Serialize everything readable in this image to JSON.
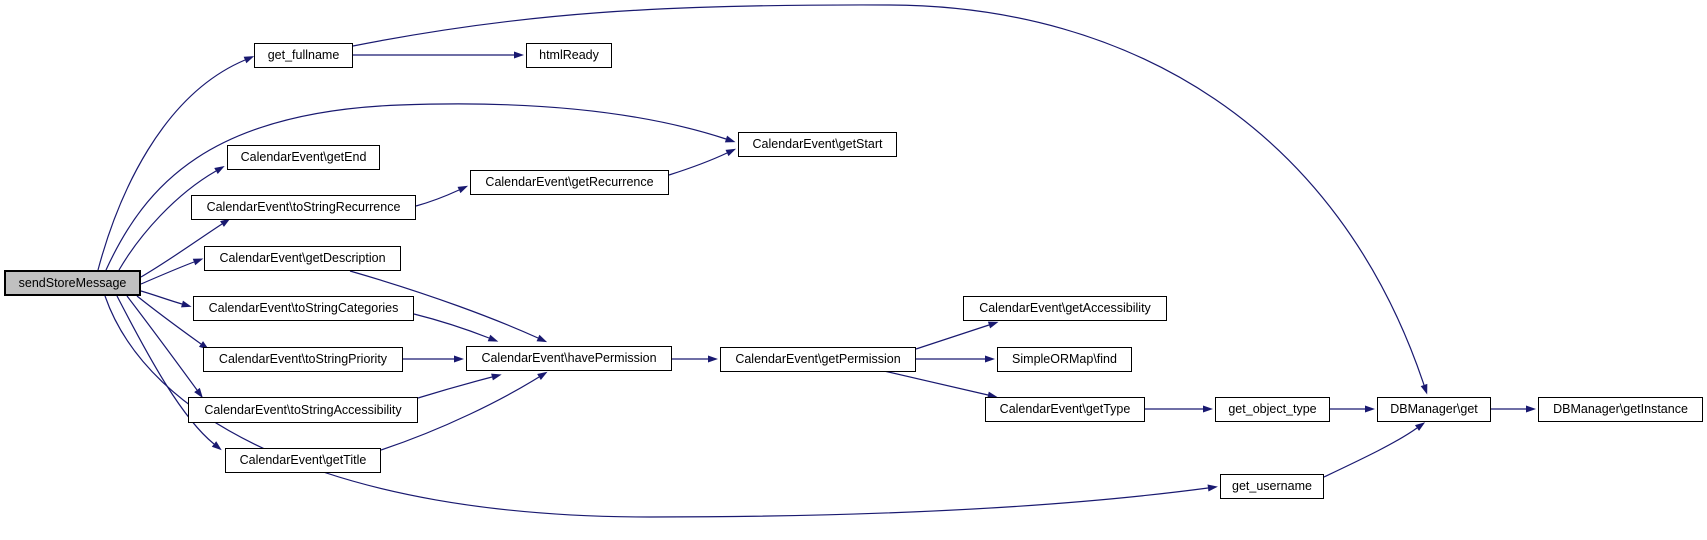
{
  "graph": {
    "kind": "doxygen-call-graph",
    "colors": {
      "edge": "#191970",
      "node_border": "#000000",
      "node_fill": "#ffffff",
      "root_node_fill": "#c0c0c0",
      "background": "#ffffff",
      "text": "#000000"
    },
    "root": "sendStoreMessage",
    "nodes": [
      {
        "id": "sendStoreMessage",
        "label": "sendStoreMessage"
      },
      {
        "id": "get_fullname",
        "label": "get_fullname"
      },
      {
        "id": "htmlReady",
        "label": "htmlReady"
      },
      {
        "id": "CalendarEvent\\getStart",
        "label": "CalendarEvent\\getStart"
      },
      {
        "id": "CalendarEvent\\getEnd",
        "label": "CalendarEvent\\getEnd"
      },
      {
        "id": "CalendarEvent\\getRecurrence",
        "label": "CalendarEvent\\getRecurrence"
      },
      {
        "id": "CalendarEvent\\toStringRecurrence",
        "label": "CalendarEvent\\toStringRecurrence"
      },
      {
        "id": "CalendarEvent\\getDescription",
        "label": "CalendarEvent\\getDescription"
      },
      {
        "id": "CalendarEvent\\toStringCategories",
        "label": "CalendarEvent\\toStringCategories"
      },
      {
        "id": "CalendarEvent\\toStringPriority",
        "label": "CalendarEvent\\toStringPriority"
      },
      {
        "id": "CalendarEvent\\havePermission",
        "label": "CalendarEvent\\havePermission"
      },
      {
        "id": "CalendarEvent\\getPermission",
        "label": "CalendarEvent\\getPermission"
      },
      {
        "id": "CalendarEvent\\getAccessibility",
        "label": "CalendarEvent\\getAccessibility"
      },
      {
        "id": "SimpleORMap\\find",
        "label": "SimpleORMap\\find"
      },
      {
        "id": "CalendarEvent\\getType",
        "label": "CalendarEvent\\getType"
      },
      {
        "id": "get_object_type",
        "label": "get_object_type"
      },
      {
        "id": "DBManager\\get",
        "label": "DBManager\\get"
      },
      {
        "id": "DBManager\\getInstance",
        "label": "DBManager\\getInstance"
      },
      {
        "id": "CalendarEvent\\toStringAccessibility",
        "label": "CalendarEvent\\toStringAccessibility"
      },
      {
        "id": "CalendarEvent\\getTitle",
        "label": "CalendarEvent\\getTitle"
      },
      {
        "id": "get_username",
        "label": "get_username"
      }
    ],
    "edges": [
      {
        "from": "sendStoreMessage",
        "to": "get_fullname"
      },
      {
        "from": "sendStoreMessage",
        "to": "CalendarEvent\\getStart"
      },
      {
        "from": "sendStoreMessage",
        "to": "CalendarEvent\\getEnd"
      },
      {
        "from": "sendStoreMessage",
        "to": "CalendarEvent\\toStringRecurrence"
      },
      {
        "from": "sendStoreMessage",
        "to": "CalendarEvent\\getDescription"
      },
      {
        "from": "sendStoreMessage",
        "to": "CalendarEvent\\toStringCategories"
      },
      {
        "from": "sendStoreMessage",
        "to": "CalendarEvent\\toStringPriority"
      },
      {
        "from": "sendStoreMessage",
        "to": "CalendarEvent\\toStringAccessibility"
      },
      {
        "from": "sendStoreMessage",
        "to": "CalendarEvent\\getTitle"
      },
      {
        "from": "sendStoreMessage",
        "to": "get_username"
      },
      {
        "from": "get_fullname",
        "to": "htmlReady"
      },
      {
        "from": "get_fullname",
        "to": "DBManager\\get"
      },
      {
        "from": "CalendarEvent\\toStringRecurrence",
        "to": "CalendarEvent\\getRecurrence"
      },
      {
        "from": "CalendarEvent\\getRecurrence",
        "to": "CalendarEvent\\getStart"
      },
      {
        "from": "CalendarEvent\\getDescription",
        "to": "CalendarEvent\\havePermission"
      },
      {
        "from": "CalendarEvent\\toStringCategories",
        "to": "CalendarEvent\\havePermission"
      },
      {
        "from": "CalendarEvent\\toStringPriority",
        "to": "CalendarEvent\\havePermission"
      },
      {
        "from": "CalendarEvent\\toStringAccessibility",
        "to": "CalendarEvent\\havePermission"
      },
      {
        "from": "CalendarEvent\\getTitle",
        "to": "CalendarEvent\\havePermission"
      },
      {
        "from": "CalendarEvent\\havePermission",
        "to": "CalendarEvent\\getPermission"
      },
      {
        "from": "CalendarEvent\\getPermission",
        "to": "CalendarEvent\\getAccessibility"
      },
      {
        "from": "CalendarEvent\\getPermission",
        "to": "SimpleORMap\\find"
      },
      {
        "from": "CalendarEvent\\getPermission",
        "to": "CalendarEvent\\getType"
      },
      {
        "from": "CalendarEvent\\getType",
        "to": "get_object_type"
      },
      {
        "from": "get_object_type",
        "to": "DBManager\\get"
      },
      {
        "from": "DBManager\\get",
        "to": "DBManager\\getInstance"
      },
      {
        "from": "get_username",
        "to": "DBManager\\get"
      }
    ]
  }
}
